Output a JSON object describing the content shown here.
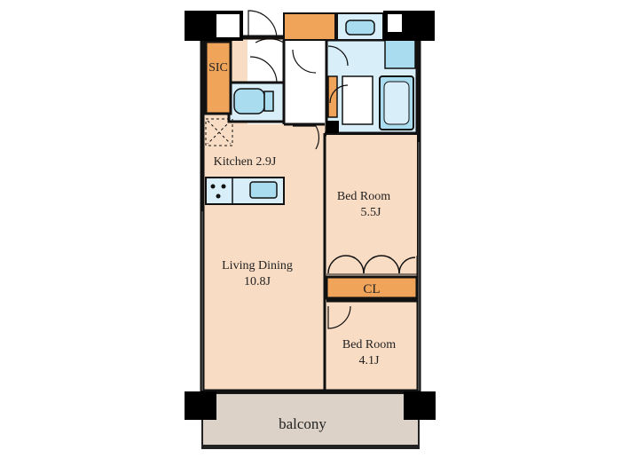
{
  "rooms": {
    "sic": {
      "label": "SIC"
    },
    "kitchen": {
      "label": "Kitchen 2.9J"
    },
    "living": {
      "line1": "Living Dining",
      "line2": "10.8J"
    },
    "bedroom_main": {
      "line1": "Bed Room",
      "line2": "5.5J"
    },
    "closet": {
      "label": "CL"
    },
    "bedroom_small": {
      "line1": "Bed Room",
      "line2": "4.1J"
    },
    "balcony": {
      "label": "balcony"
    }
  },
  "colors": {
    "room_floor": "#f9dcc4",
    "storage": "#f0a45a",
    "wet_area": "#d8eef9",
    "fixture": "#a9dcef",
    "hall": "#ffffff",
    "balcony": "#ddd2c7",
    "wall": "#111111",
    "pillar": "#000000"
  }
}
